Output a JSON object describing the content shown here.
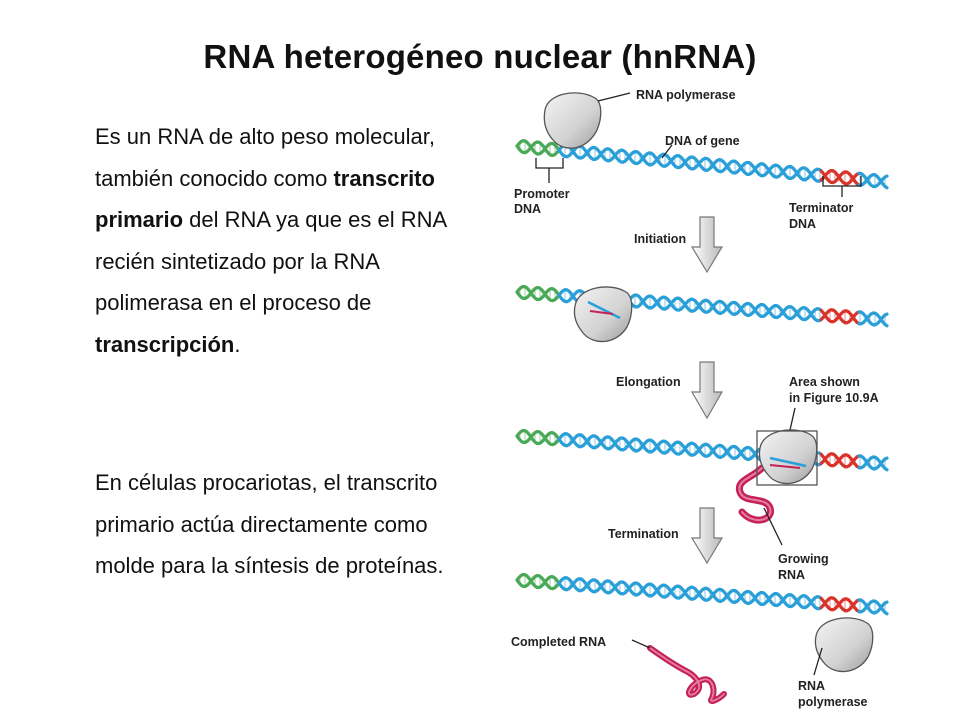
{
  "title": "RNA heterogéneo nuclear (hnRNA)",
  "paragraph1": {
    "p1": "Es un RNA de alto peso molecular, también conocido como ",
    "b1": "transcrito primario",
    "p2": " del RNA ya que es el RNA recién sintetizado por la RNA polimerasa en el proceso de ",
    "b2": "transcripción",
    "p3": "."
  },
  "paragraph2": "En células procariotas, el transcrito primario actúa directamente como molde para la síntesis de proteínas.",
  "diagram": {
    "labels": {
      "rna_polymerase_top": "RNA polymerase",
      "dna_of_gene": "DNA of gene",
      "promoter_1": "Promoter",
      "promoter_2": "DNA",
      "terminator_1": "Terminator",
      "terminator_2": "DNA",
      "initiation": "Initiation",
      "elongation": "Elongation",
      "area_shown_1": "Area shown",
      "area_shown_2": "in Figure 10.9A",
      "termination": "Termination",
      "growing_1": "Growing",
      "growing_2": "RNA",
      "completed_rna": "Completed RNA",
      "rna_polymerase_bottom_1": "RNA",
      "rna_polymerase_bottom_2": "polymerase"
    },
    "colors": {
      "dna": "#2a9fd8",
      "promoter": "#4aa957",
      "terminator": "#d9342b",
      "rna": "#c4215a",
      "polymerase": "#cfcfcf"
    }
  }
}
